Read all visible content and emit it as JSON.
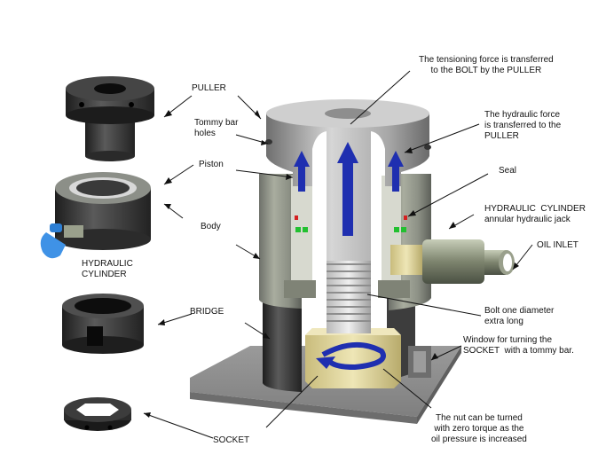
{
  "labels": {
    "puller": "PULLER",
    "tommy_bar_holes": "Tommy bar\nholes",
    "piston": "Piston",
    "body": "Body",
    "hydraulic_cylinder_left": "HYDRAULIC\nCYLINDER",
    "bridge": "BRIDGE",
    "socket": "SOCKET",
    "tensioning_force": "The tensioning force is transferred\nto the BOLT by the PULLER",
    "hydraulic_force": "The hydraulic force\nis transferred to the\nPULLER",
    "seal": "Seal",
    "hydraulic_cylinder_right": "HYDRAULIC  CYLINDER\nannular hydraulic jack",
    "oil_inlet": "OIL INLET",
    "bolt": "Bolt one diameter\nextra long",
    "window": "Window for turning the\nSOCKET  with a tommy bar.",
    "nut": "The nut can be turned\nwith zero torque as the\noil pressure is increased"
  },
  "colors": {
    "force_arrow": "#1f2fb0",
    "seal_red": "#d42020",
    "seal_green": "#22c030",
    "hose_blue": "#3a8de0",
    "nut_brass": "#d9cf9c",
    "base_plate": "#8c8c8c"
  }
}
